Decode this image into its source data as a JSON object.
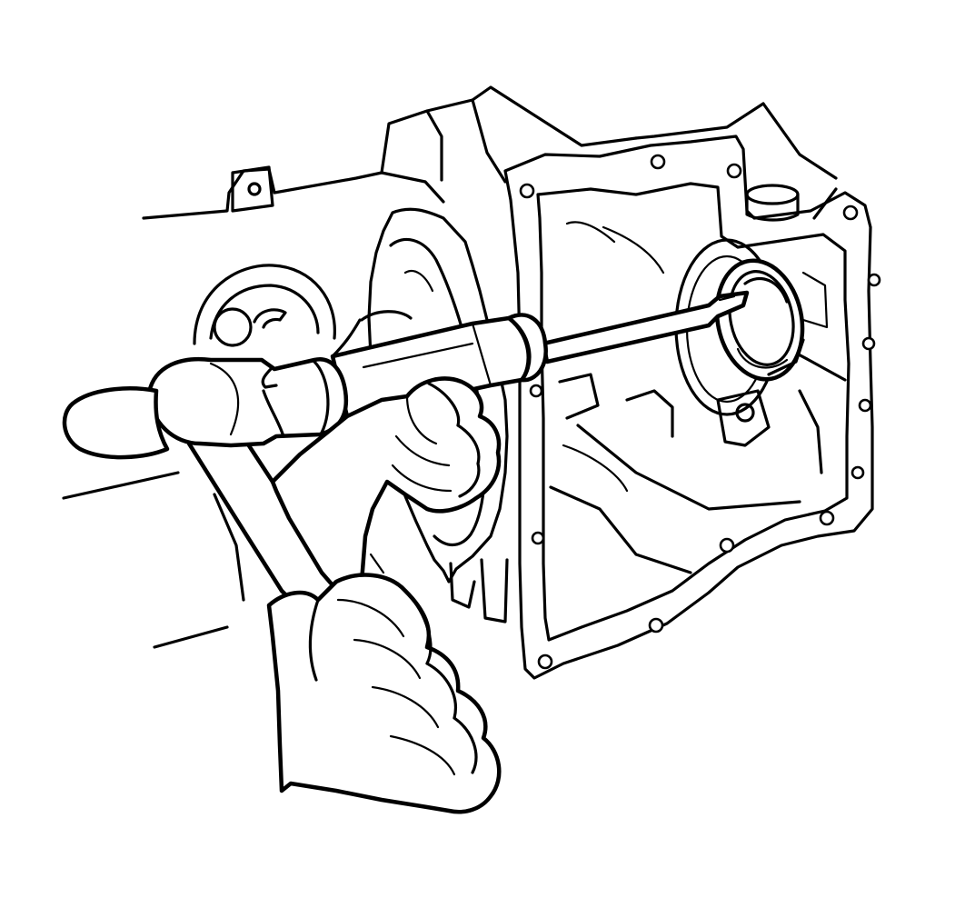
{
  "figure": {
    "ink_color": "#000000",
    "paper_color": "#ffffff",
    "parts": [
      {
        "key": "housing",
        "icon": "transmission-housing-icon"
      },
      {
        "key": "seal",
        "icon": "oil-seal-icon"
      },
      {
        "key": "screwdriver",
        "icon": "screwdriver-icon"
      },
      {
        "key": "hammer",
        "icon": "hammer-icon"
      },
      {
        "key": "holding_hand",
        "icon": "hand-icon"
      },
      {
        "key": "striking_hand",
        "icon": "hand-icon"
      }
    ]
  }
}
